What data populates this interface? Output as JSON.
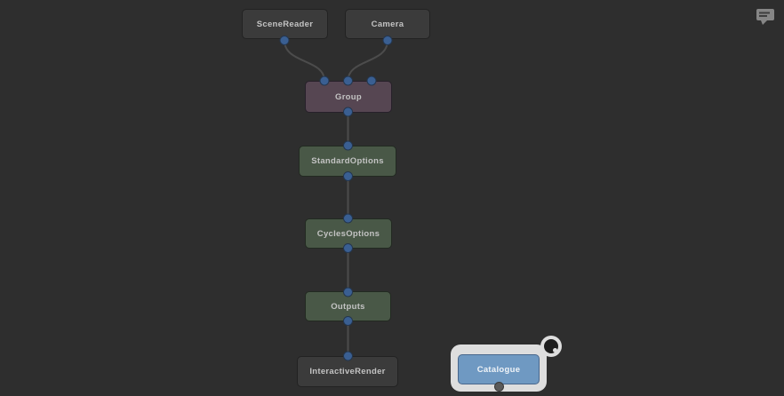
{
  "app": {
    "view": "node-graph-editor"
  },
  "graph": {
    "nodes": [
      {
        "label": "SceneReader",
        "type": "scene-source",
        "color": "#3b3b3b",
        "selected": false
      },
      {
        "label": "Camera",
        "type": "scene-source",
        "color": "#3b3b3b",
        "selected": false
      },
      {
        "label": "Group",
        "type": "group",
        "color": "#564652",
        "selected": false
      },
      {
        "label": "StandardOptions",
        "type": "options",
        "color": "#495847",
        "selected": false
      },
      {
        "label": "CyclesOptions",
        "type": "options",
        "color": "#495847",
        "selected": false
      },
      {
        "label": "Outputs",
        "type": "options",
        "color": "#495847",
        "selected": false
      },
      {
        "label": "InteractiveRender",
        "type": "render",
        "color": "#3b3b3b",
        "selected": false
      },
      {
        "label": "Catalogue",
        "type": "catalogue",
        "color": "#6f99c2",
        "selected": true
      }
    ],
    "connections": [
      {
        "from": "SceneReader",
        "to": "Group"
      },
      {
        "from": "Camera",
        "to": "Group"
      },
      {
        "from": "Group",
        "to": "StandardOptions"
      },
      {
        "from": "StandardOptions",
        "to": "CyclesOptions"
      },
      {
        "from": "CyclesOptions",
        "to": "Outputs"
      },
      {
        "from": "Outputs",
        "to": "InteractiveRender"
      }
    ],
    "colors": {
      "background": "#2e2e2e",
      "edge": "#4c4c4c",
      "connector": "#3a5f92",
      "connector_border": "#24364e",
      "selection_frame": "#dedede",
      "node_text": "#c3c3c3",
      "catalogue_text": "#f0f4f8",
      "catalogue_output_dot": "#5a5a5a"
    }
  },
  "icons": {
    "annotation_icon": "speech-bubble",
    "catalogue_badge": "bullseye"
  }
}
